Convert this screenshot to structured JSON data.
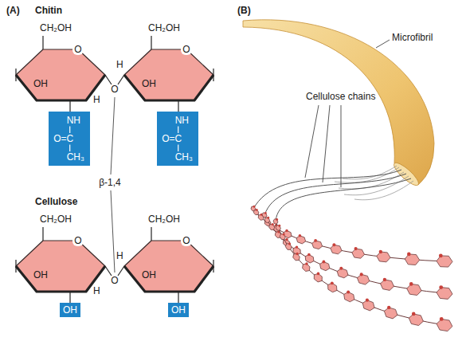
{
  "diagram": {
    "nodes": [
      {
        "text": [
          "O",
          "OH"
        ]
      },
      {
        "text": [
          "NH",
          "O=C",
          "CH₃"
        ]
      },
      {
        "text": [
          "O",
          "OH"
        ]
      },
      {
        "text": [
          "NH",
          "O=C",
          "CH₃"
        ]
      },
      {
        "text": [
          "O",
          "OH"
        ]
      },
      {
        "text": [
          "OH"
        ]
      },
      {
        "text": [
          "O",
          "OH"
        ]
      },
      {
        "text": [
          "OH"
        ]
      }
    ],
    "edges": [
      {
        "from": 0,
        "to": 2,
        "arrow": "none",
        "label": "O"
      },
      {
        "from": 0,
        "to": 1,
        "arrow": "none"
      },
      {
        "from": 2,
        "to": 3,
        "arrow": "none"
      },
      {
        "from": 4,
        "to": 6,
        "arrow": "none",
        "label": "O"
      },
      {
        "from": 4,
        "to": 5,
        "arrow": "none"
      },
      {
        "from": 6,
        "to": 7,
        "arrow": "none"
      }
    ],
    "labels": [
      "(A)",
      "Chitin",
      "CH₂OH",
      "CH₂OH",
      "H",
      "H",
      "β-1,4",
      "Cellulose",
      "CH₂OH",
      "CH₂OH",
      "H",
      "H",
      "(B)",
      "Microfibril",
      "Cellulose chains"
    ]
  }
}
